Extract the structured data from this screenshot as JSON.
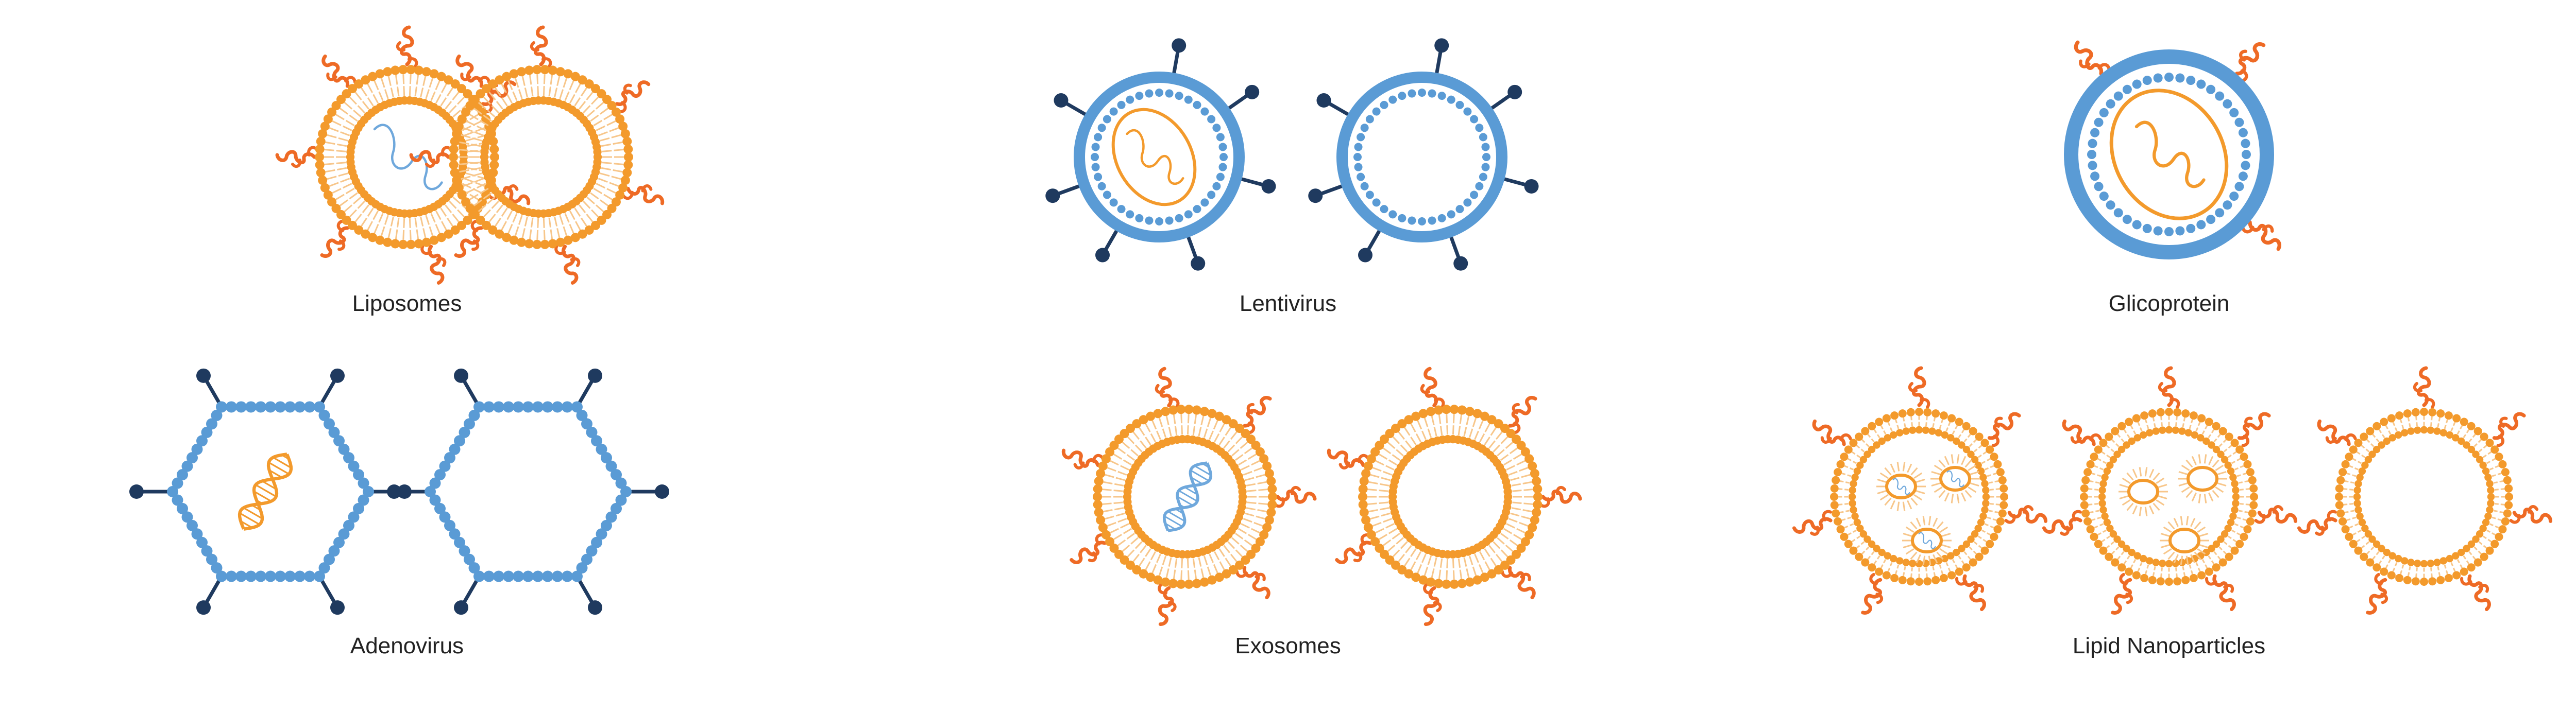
{
  "labels": {
    "liposomes": "Liposomes",
    "lentivirus": "Lentivirus",
    "glicoprotein": "Glicoprotein",
    "adenovirus": "Adenovirus",
    "exosomes": "Exosomes",
    "lipid_nanoparticles": "Lipid Nanoparticles"
  },
  "colors": {
    "lipid_orange": "#F39A2C",
    "lipid_tail": "#F7C68A",
    "protein_red": "#EE6A25",
    "capsid_blue": "#5A9BD5",
    "spike_navy": "#1F3A5F",
    "genome_blue": "#6FA8DC"
  },
  "icons": {
    "protein": "protein-squiggle-icon",
    "spike": "lollipop-spike-icon",
    "rna": "rna-strand-icon",
    "dna": "dna-helix-icon"
  }
}
